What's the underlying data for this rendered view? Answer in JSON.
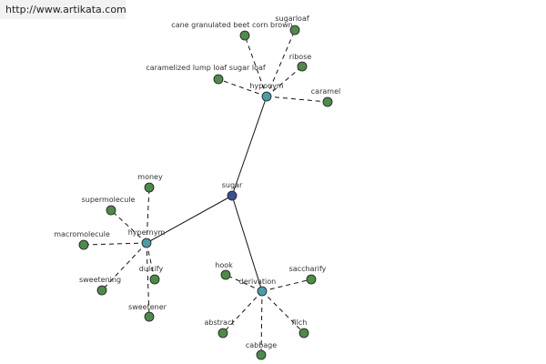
{
  "header": {
    "url": "http://www.artikata.com"
  },
  "colors": {
    "center": "#3a4f93",
    "relation": "#4f9aa5",
    "leaf": "#4f8a4a",
    "edge": "#111111",
    "label": "#333333"
  },
  "graph": {
    "nodes": [
      {
        "id": "sugar",
        "label": "sugar",
        "kind": "center"
      },
      {
        "id": "hyponym",
        "label": "hyponym",
        "kind": "relation"
      },
      {
        "id": "hypernym",
        "label": "hypernym",
        "kind": "relation"
      },
      {
        "id": "derivation",
        "label": "derivation",
        "kind": "relation"
      },
      {
        "id": "cane-granulated",
        "label": "cane granulated beet corn brown",
        "kind": "leaf"
      },
      {
        "id": "sugarloaf",
        "label": "sugarloaf",
        "kind": "leaf"
      },
      {
        "id": "ribose",
        "label": "ribose",
        "kind": "leaf"
      },
      {
        "id": "caramelized",
        "label": "caramelized lump loaf sugar loaf",
        "kind": "leaf"
      },
      {
        "id": "caramel",
        "label": "caramel",
        "kind": "leaf"
      },
      {
        "id": "money",
        "label": "money",
        "kind": "leaf"
      },
      {
        "id": "supermolecule",
        "label": "supermolecule",
        "kind": "leaf"
      },
      {
        "id": "macromolecule",
        "label": "macromolecule",
        "kind": "leaf"
      },
      {
        "id": "dulcify",
        "label": "dulcify",
        "kind": "leaf"
      },
      {
        "id": "sweetening",
        "label": "sweetening",
        "kind": "leaf"
      },
      {
        "id": "sweetener",
        "label": "sweetener",
        "kind": "leaf"
      },
      {
        "id": "hook",
        "label": "hook",
        "kind": "leaf"
      },
      {
        "id": "saccharify",
        "label": "saccharify",
        "kind": "leaf"
      },
      {
        "id": "abstract",
        "label": "abstract",
        "kind": "leaf"
      },
      {
        "id": "filch",
        "label": "filch",
        "kind": "leaf"
      },
      {
        "id": "cabbage",
        "label": "cabbage",
        "kind": "leaf"
      }
    ],
    "edges": [
      {
        "from": "sugar",
        "to": "hyponym",
        "style": "solid"
      },
      {
        "from": "sugar",
        "to": "hypernym",
        "style": "solid"
      },
      {
        "from": "sugar",
        "to": "derivation",
        "style": "solid"
      },
      {
        "from": "hyponym",
        "to": "cane-granulated",
        "style": "dashed"
      },
      {
        "from": "hyponym",
        "to": "sugarloaf",
        "style": "dashed"
      },
      {
        "from": "hyponym",
        "to": "ribose",
        "style": "dashed"
      },
      {
        "from": "hyponym",
        "to": "caramelized",
        "style": "dashed"
      },
      {
        "from": "hyponym",
        "to": "caramel",
        "style": "dashed"
      },
      {
        "from": "hypernym",
        "to": "money",
        "style": "dashed"
      },
      {
        "from": "hypernym",
        "to": "supermolecule",
        "style": "dashed"
      },
      {
        "from": "hypernym",
        "to": "macromolecule",
        "style": "dashed"
      },
      {
        "from": "hypernym",
        "to": "dulcify",
        "style": "dashed"
      },
      {
        "from": "hypernym",
        "to": "sweetening",
        "style": "dashed"
      },
      {
        "from": "hypernym",
        "to": "sweetener",
        "style": "dashed"
      },
      {
        "from": "derivation",
        "to": "hook",
        "style": "dashed"
      },
      {
        "from": "derivation",
        "to": "saccharify",
        "style": "dashed"
      },
      {
        "from": "derivation",
        "to": "abstract",
        "style": "dashed"
      },
      {
        "from": "derivation",
        "to": "filch",
        "style": "dashed"
      },
      {
        "from": "derivation",
        "to": "cabbage",
        "style": "dashed"
      }
    ]
  }
}
